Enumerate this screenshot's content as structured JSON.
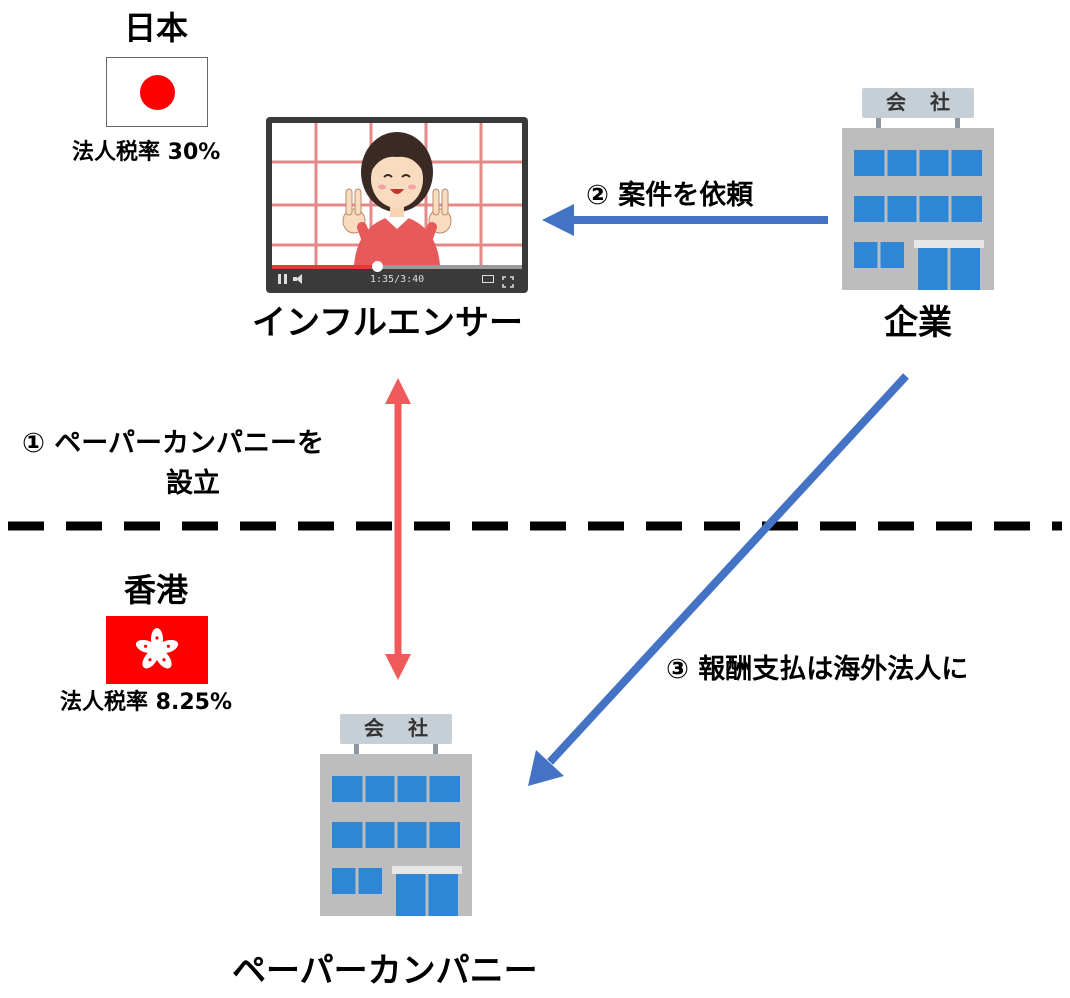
{
  "japan": {
    "name": "日本",
    "tax_label": "法人税率 30%"
  },
  "hong_kong": {
    "name": "香港",
    "tax_label": "法人税率 8.25%"
  },
  "influencer": {
    "label": "インフルエンサー",
    "video_time": "1:35/3:40",
    "video_progress": 0.42
  },
  "company": {
    "label": "企業",
    "sign": [
      "会",
      "社"
    ]
  },
  "paper_company": {
    "label": "ペーパーカンパニー",
    "sign": [
      "会",
      "社"
    ]
  },
  "steps": {
    "step1_line1": "① ペーパーカンパニーを",
    "step1_line2": "設立",
    "step2": "② 案件を依頼",
    "step3": "③ 報酬支払は海外法人に"
  },
  "colors": {
    "arrow_blue": "#4472c4",
    "arrow_red": "#f05a5a",
    "japan_red": "#ff0000",
    "hk_red": "#ff0000",
    "building_gray": "#bfbfbf",
    "window_blue": "#2e86d6"
  }
}
